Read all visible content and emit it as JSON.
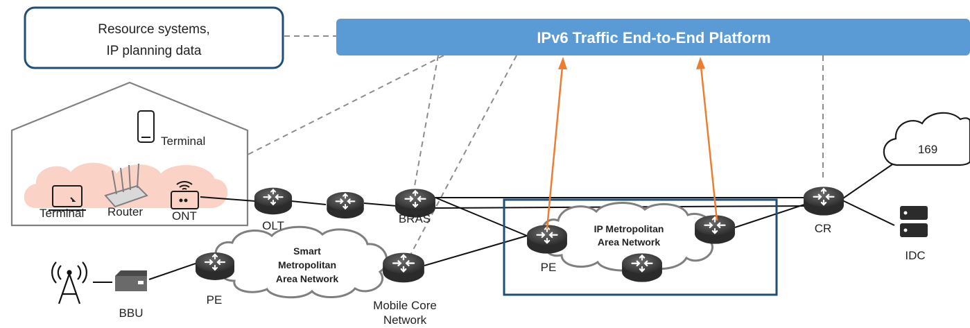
{
  "platform": {
    "title": "IPv6 Traffic End-to-End Platform"
  },
  "source": {
    "line1": "Resource systems,",
    "line2": "IP planning data"
  },
  "home": {
    "terminal_phone": "Terminal",
    "terminal_pc": "Terminal",
    "router": "Router",
    "ont": "ONT"
  },
  "nodes": {
    "olt": "OLT",
    "bras": "BRAS",
    "pe_metro": "PE",
    "cr": "CR",
    "idc": "IDC",
    "bbu": "BBU",
    "pe_smart": "PE",
    "mobile_core_1": "Mobile Core",
    "mobile_core_2": "Network",
    "cloud_169": "169"
  },
  "clouds": {
    "ip_metro_1": "IP Metropolitan",
    "ip_metro_2": "Area Network",
    "smart_1": "Smart",
    "smart_2": "Metropolitan",
    "smart_3": "Area Network"
  },
  "colors": {
    "platform": "#5b9bd5",
    "dashed": "#8c8c8c",
    "arrow": "#ed7d31",
    "box_border": "#1f4e79",
    "cloud_pink": "#fbd3c6",
    "router_dark": "#3a3a3a"
  },
  "icons": {
    "router": "router-icon",
    "phone": "phone-icon",
    "monitor": "monitor-icon",
    "wifi_router": "wifi-router-icon",
    "ont": "ont-icon",
    "antenna": "antenna-icon",
    "server": "server-icon",
    "cloud": "cloud-icon"
  }
}
